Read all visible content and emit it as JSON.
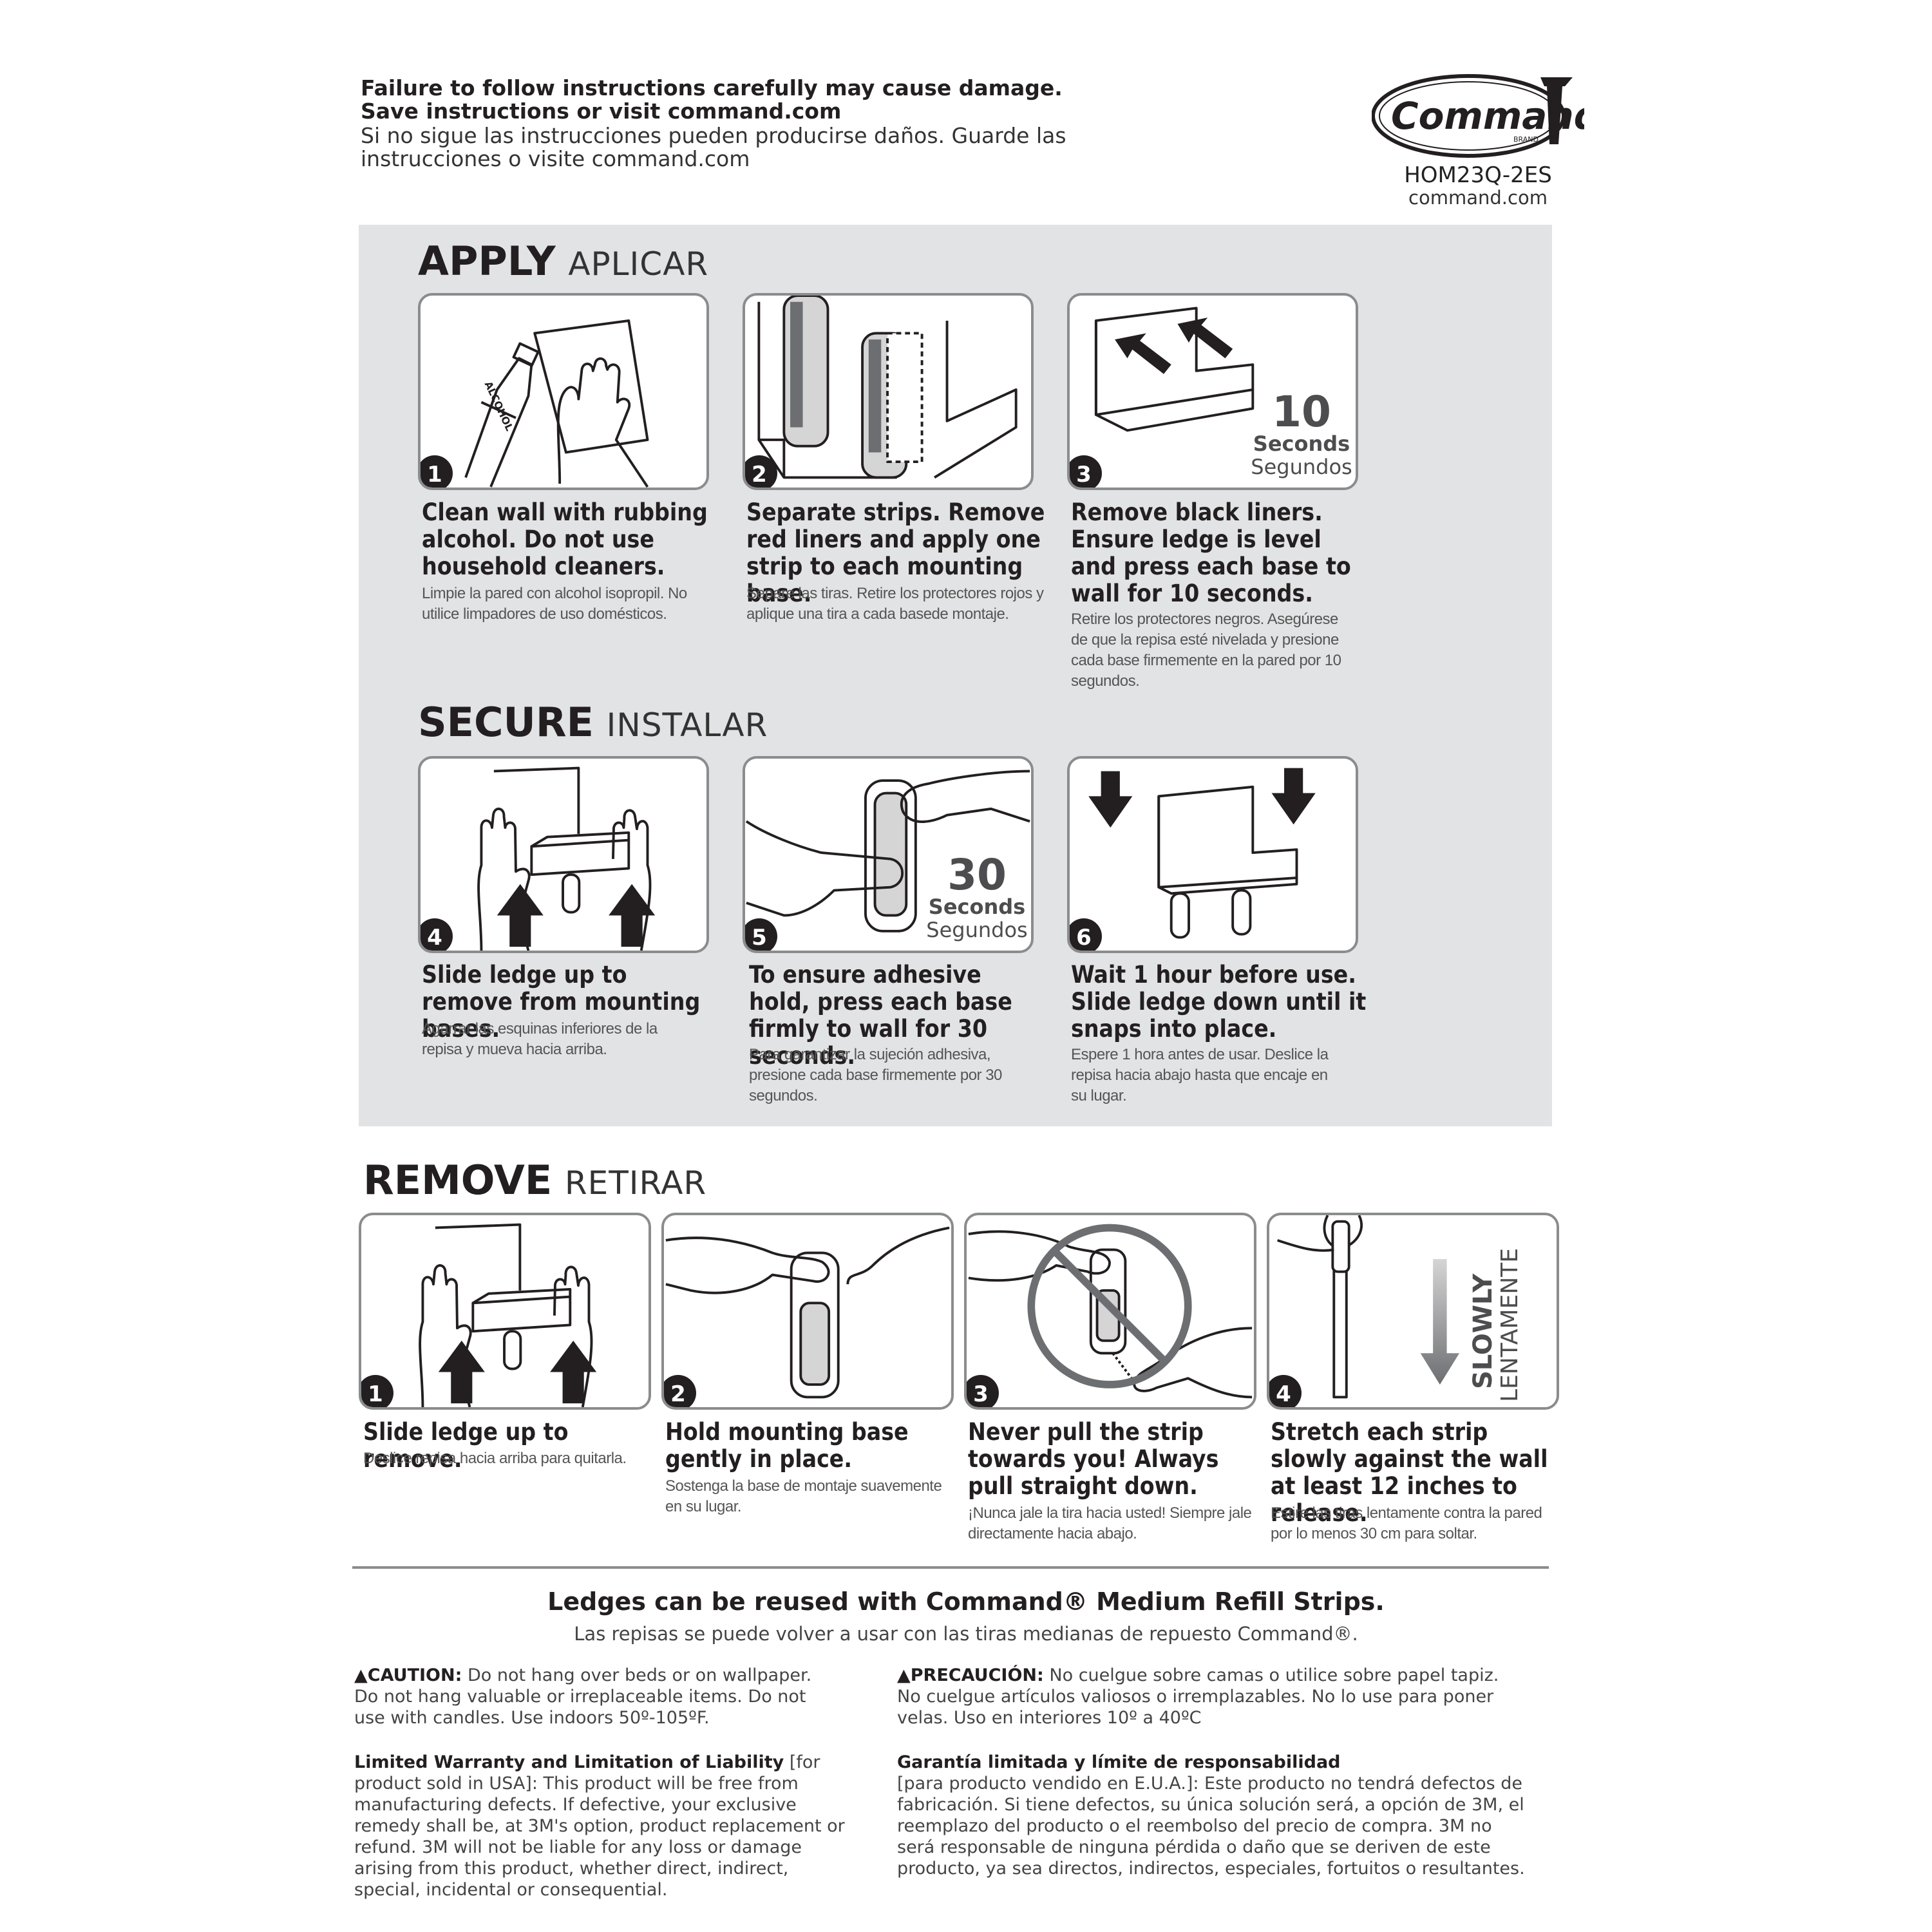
{
  "header": {
    "warning_en_line1": "Failure to follow instructions carefully may cause damage.",
    "warning_en_line2": "Save instructions or visit command.com",
    "warning_es_line1": "Si no sigue las instrucciones pueden producirse daños. Guarde las",
    "warning_es_line2": "instrucciones o visite command.com",
    "logo_text": "Command",
    "logo_sub": "BRAND",
    "product_code": "HOM23Q-2ES",
    "website": "command.com"
  },
  "apply": {
    "title": "APPLY",
    "title_es": "APLICAR",
    "steps": [
      {
        "num": "1",
        "en": "Clean wall with rubbing alcohol. Do not use household cleaners.",
        "es": "Limpie la pared con alcohol isopropil. No utilice limpadores de uso domésticos.",
        "label": "ALCOHOL"
      },
      {
        "num": "2",
        "en": "Separate strips. Remove red liners and apply one strip to each mounting base.",
        "es": "Separe las tiras. Retire los protectores rojos y aplique una tira a cada basede montaje."
      },
      {
        "num": "3",
        "en": "Remove black liners. Ensure ledge is level and press each base to wall for 10 seconds.",
        "es": "Retire los protectores negros. Asegúrese de que la repisa esté nivelada y presione cada base firmemente en la pared por 10 segundos.",
        "timer": "10",
        "timer_en": "Seconds",
        "timer_es": "Segundos"
      }
    ]
  },
  "secure": {
    "title": "SECURE",
    "title_es": "INSTALAR",
    "steps": [
      {
        "num": "4",
        "en": "Slide ledge up to remove from mounting bases.",
        "es": "Agarrar las esquinas inferiores de la repisa y mueva hacia arriba."
      },
      {
        "num": "5",
        "en": "To ensure adhesive hold, press each base firmly to wall for 30 seconds.",
        "es": "Para garantizar la sujeción adhesiva, presione cada base firmemente por 30 segundos.",
        "timer": "30",
        "timer_en": "Seconds",
        "timer_es": "Segundos"
      },
      {
        "num": "6",
        "en": "Wait 1 hour before use. Slide ledge down until it snaps into place.",
        "es": "Espere 1 hora antes de usar. Deslice la repisa hacia abajo hasta que encaje en su lugar."
      }
    ]
  },
  "remove": {
    "title": "REMOVE",
    "title_es": "RETIRAR",
    "steps": [
      {
        "num": "1",
        "en": "Slide ledge up to remove.",
        "es": "Deslice repisa hacia arriba para quitarla."
      },
      {
        "num": "2",
        "en": "Hold mounting base gently in place.",
        "es": "Sostenga la base de montaje suavemente en su lugar."
      },
      {
        "num": "3",
        "en": "Never pull the strip towards you! Always pull straight down.",
        "es": "¡Nunca jale la tira hacia usted! Siempre jale directamente hacia abajo."
      },
      {
        "num": "4",
        "en": "Stretch each strip slowly against the wall at least 12 inches to release.",
        "es": "Estire las tiras lentamente contra la pared por lo menos 30 cm para soltar.",
        "slow_en": "SLOWLY",
        "slow_es": "LENTAMENTE"
      }
    ]
  },
  "reuse": {
    "en": "Ledges can be reused with Command® Medium Refill Strips.",
    "es": "Las repisas se puede volver a usar con las tiras medianas de repuesto Command®."
  },
  "caution": {
    "en_label": "CAUTION:",
    "en_text": "Do not hang over beds or on wallpaper. Do not hang valuable or irreplaceable items. Do not use with candles. Use indoors 50º-105ºF.",
    "es_label": "PRECAUCIÓN:",
    "es_text": "No cuelgue sobre camas o utilice sobre papel tapiz. No cuelgue artículos valiosos o irremplazables. No lo use para poner velas. Uso en interiores 10º a 40ºC"
  },
  "warranty": {
    "en_label": "Limited Warranty and Limitation of Liability",
    "en_text": "[for product sold in USA]: This product will be free from manufacturing defects. If defective, your exclusive remedy shall be, at 3M's option, product replacement or refund. 3M will not be liable for any loss or damage arising from this product, whether direct, indirect, special, incidental or consequential.",
    "es_label": "Garantía limitada y límite de responsabilidad",
    "es_text": "[para producto vendido en E.U.A.]: Este producto no tendrá defectos de fabricación. Si tiene defectos, su única solución será, a opción de 3M, el reemplazo del producto o el reembolso del precio de compra. 3M no será responsable de ninguna pérdida o daño que se deriven de este producto, ya sea directos, indirectos, especiales, fortuitos o resultantes."
  }
}
